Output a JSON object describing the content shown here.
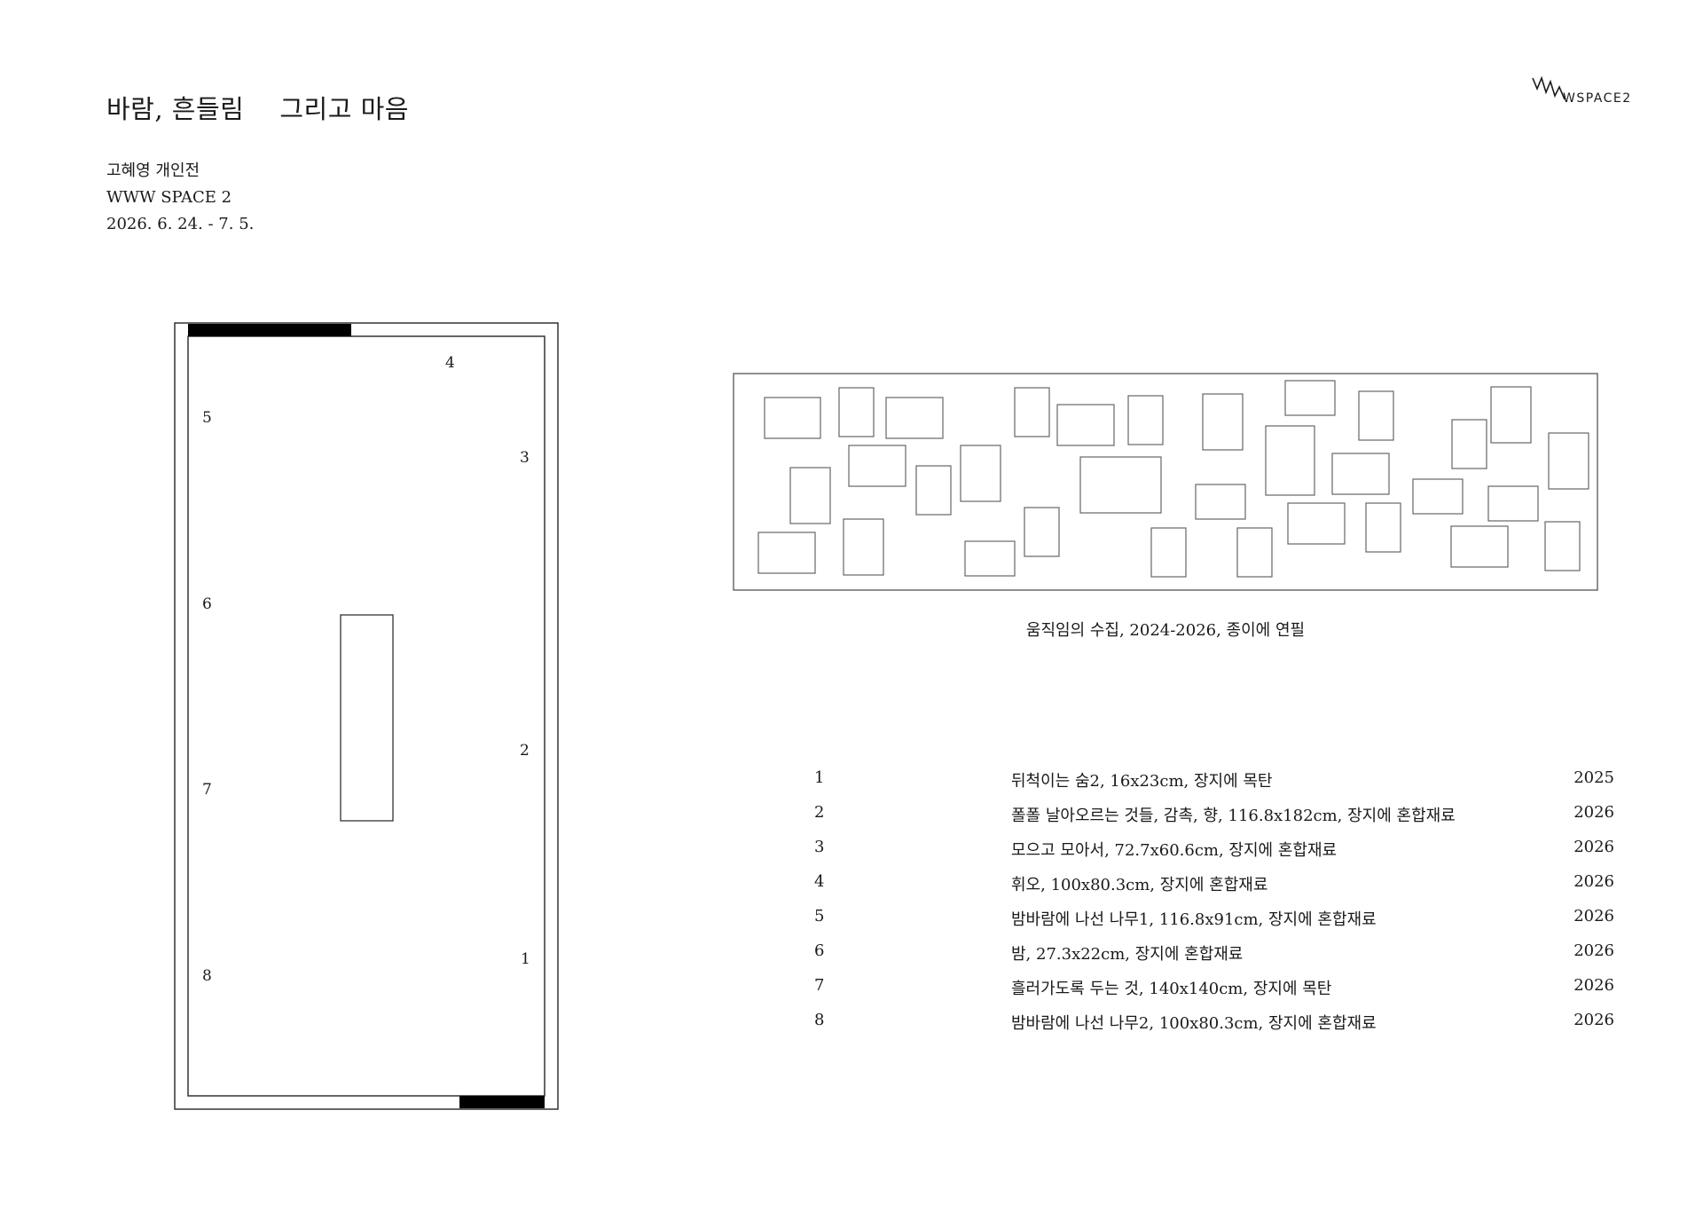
{
  "header": {
    "title_part1": "바람, 흔들림",
    "title_part2": "그리고 마음",
    "subtitle": "고혜영 개인전",
    "venue": "WWW SPACE 2",
    "dates": "2026. 6. 24. - 7. 5."
  },
  "logo": {
    "text": "WSPACE2",
    "icon": "www-wave-logo-icon"
  },
  "floor_plan": {
    "labels": [
      {
        "id": "4",
        "text": "4"
      },
      {
        "id": "5",
        "text": "5"
      },
      {
        "id": "3",
        "text": "3"
      },
      {
        "id": "6",
        "text": "6"
      },
      {
        "id": "2",
        "text": "2"
      },
      {
        "id": "7",
        "text": "7"
      },
      {
        "id": "1",
        "text": "1"
      },
      {
        "id": "8",
        "text": "8"
      }
    ]
  },
  "wall_work": {
    "caption": "움직임의 수집, 2024-2026, 종이에 연필"
  },
  "works": [
    {
      "no": "1",
      "desc": "뒤척이는 숨2, 16x23cm, 장지에 목탄",
      "year": "2025"
    },
    {
      "no": "2",
      "desc": "폴폴 날아오르는 것들, 감촉, 향, 116.8x182cm, 장지에 혼합재료",
      "year": "2026"
    },
    {
      "no": "3",
      "desc": "모으고 모아서, 72.7x60.6cm, 장지에 혼합재료",
      "year": "2026"
    },
    {
      "no": "4",
      "desc": "휘오, 100x80.3cm, 장지에 혼합재료",
      "year": "2026"
    },
    {
      "no": "5",
      "desc": "밤바람에 나선 나무1, 116.8x91cm, 장지에 혼합재료",
      "year": "2026"
    },
    {
      "no": "6",
      "desc": "밤, 27.3x22cm, 장지에 혼합재료",
      "year": "2026"
    },
    {
      "no": "7",
      "desc": "흘러가도록 두는 것, 140x140cm, 장지에 목탄",
      "year": "2026"
    },
    {
      "no": "8",
      "desc": "밤바람에 나선 나무2, 100x80.3cm, 장지에 혼합재료",
      "year": "2026"
    }
  ]
}
